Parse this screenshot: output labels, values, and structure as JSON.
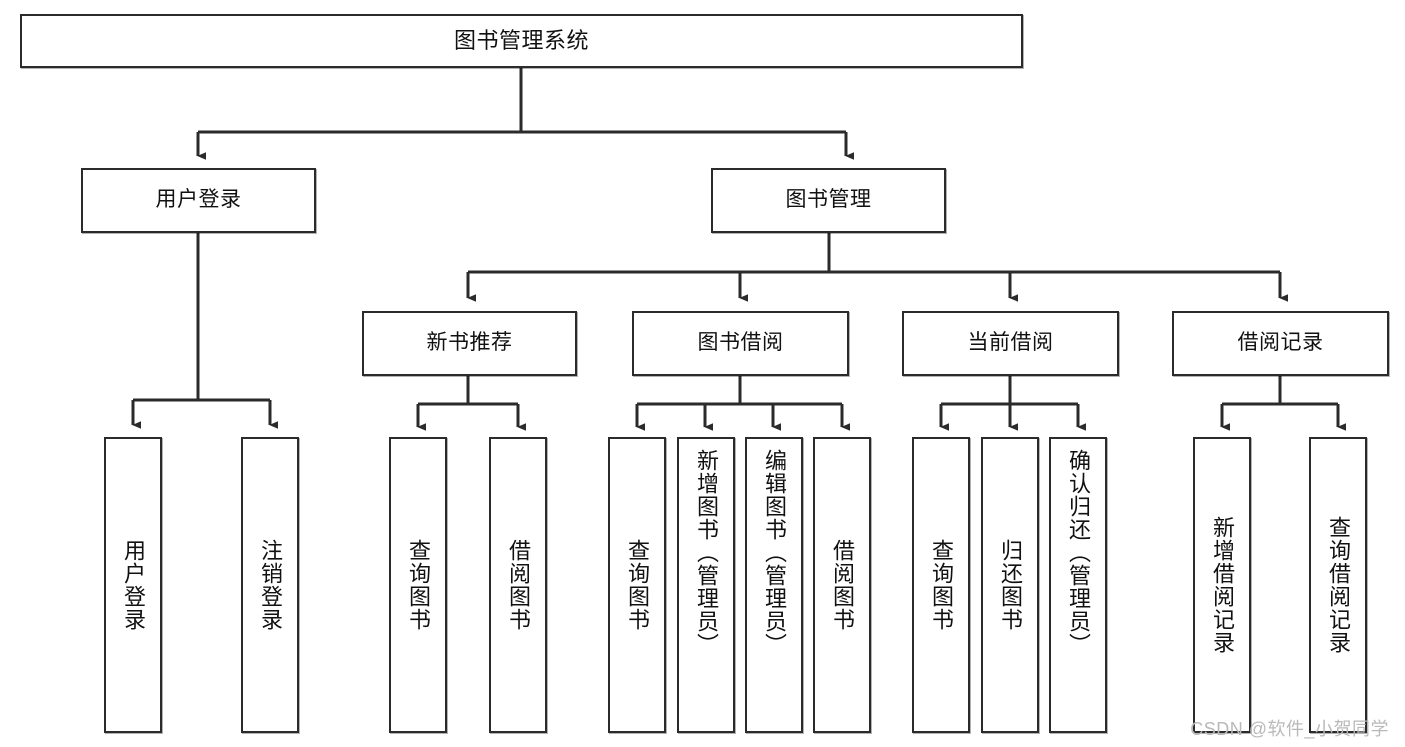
{
  "diagram": {
    "title": "图书管理系统",
    "type": "tree-hierarchy",
    "watermark": "CSDN @软件_小贺同学",
    "colors": {
      "box_border": "#2b2b2b",
      "box_fill": "#ffffff",
      "edge": "#2b2b2b",
      "text": "#111111",
      "watermark": "#b9b9b9",
      "background": "#ffffff"
    },
    "levels": {
      "root": {
        "label": "图书管理系统"
      },
      "level2": [
        {
          "label": "用户登录"
        },
        {
          "label": "图书管理"
        }
      ],
      "level3": [
        {
          "label": "新书推荐"
        },
        {
          "label": "图书借阅"
        },
        {
          "label": "当前借阅"
        },
        {
          "label": "借阅记录"
        }
      ],
      "leaves": {
        "user_login": [
          {
            "label": "用户登录"
          },
          {
            "label": "注销登录"
          }
        ],
        "new_book_recommend": [
          {
            "label": "查询图书"
          },
          {
            "label": "借阅图书"
          }
        ],
        "book_borrow": [
          {
            "label": "查询图书"
          },
          {
            "label": "新增图书（管理员）"
          },
          {
            "label": "编辑图书（管理员）"
          },
          {
            "label": "借阅图书"
          }
        ],
        "current_borrow": [
          {
            "label": "查询图书"
          },
          {
            "label": "归还图书"
          },
          {
            "label": "确认归还（管理员）"
          }
        ],
        "borrow_record": [
          {
            "label": "新增借阅记录"
          },
          {
            "label": "查询借阅记录"
          }
        ]
      }
    }
  }
}
